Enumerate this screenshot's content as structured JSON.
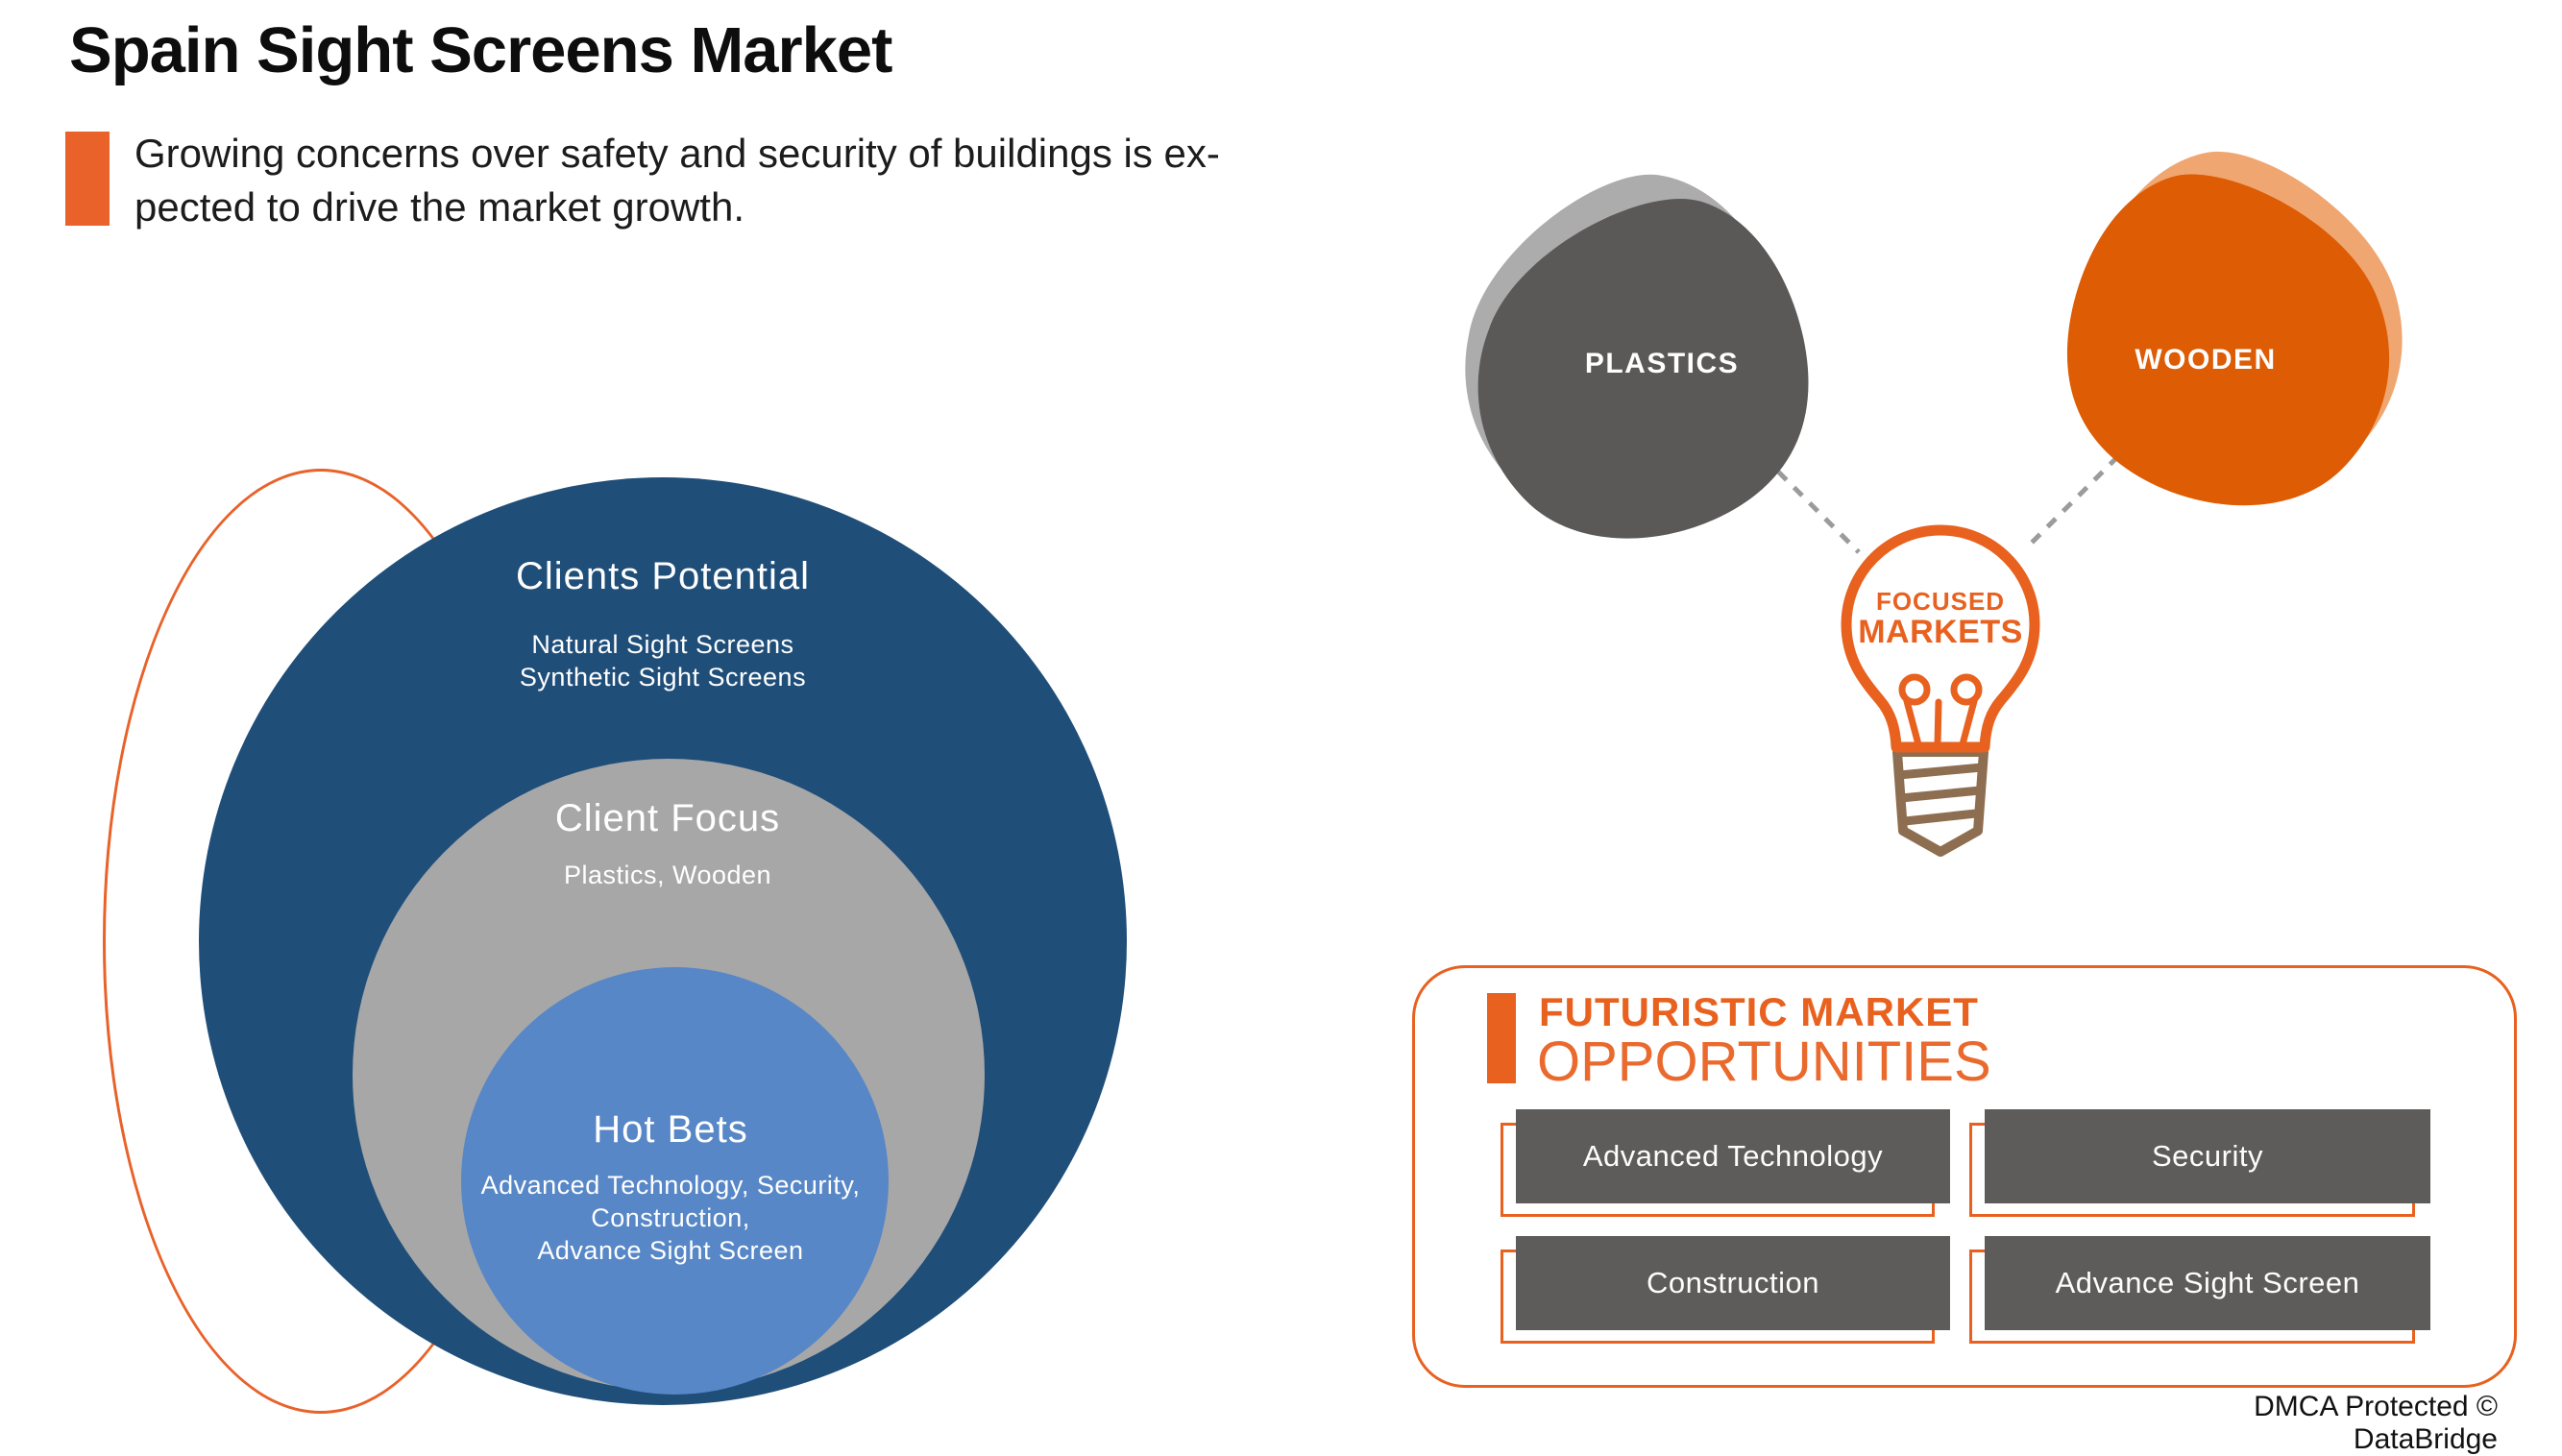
{
  "header": {
    "title": "Spain Sight Screens Market",
    "subtitle_line1": "Growing concerns over safety and security of buildings is ex-",
    "subtitle_line2": "pected to drive the market growth."
  },
  "onion": {
    "rings": [
      {
        "label": "Clients Potential",
        "items": [
          "Natural Sight Screens",
          "Synthetic Sight Screens"
        ]
      },
      {
        "label": "Client Focus",
        "items": [
          "Plastics, Wooden"
        ]
      },
      {
        "label": "Hot Bets",
        "items": [
          "Advanced Technology, Security,",
          "Construction,",
          "Advance Sight Screen"
        ]
      }
    ]
  },
  "focused_markets": {
    "nodes": [
      "PLASTICS",
      "WOODEN"
    ],
    "hub_line1": "FOCUSED",
    "hub_line2": "MARKETS"
  },
  "opportunities": {
    "heading_line1": "FUTURISTIC MARKET",
    "heading_line2": "OPPORTUNITIES",
    "items": [
      "Advanced Technology",
      "Security",
      "Construction",
      "Advance Sight Screen"
    ]
  },
  "footer": {
    "dmca": "DMCA Protected © DataBridge"
  },
  "colors": {
    "accent_orange": "#E8611F",
    "bullet_orange": "#E8622A",
    "wooden_orange": "#DD5C04",
    "wooden_shadow": "#F0A670",
    "navy": "#1F4E79",
    "ring_gray": "#A7A7A7",
    "ring_blue": "#5787C7",
    "blob_gray": "#5B5858",
    "blob_gray_shadow": "#ACACAC",
    "button_gray": "#5E5B5B",
    "bulb_base_brown": "#8E6E50",
    "dash_gray": "#9B9B9B"
  }
}
